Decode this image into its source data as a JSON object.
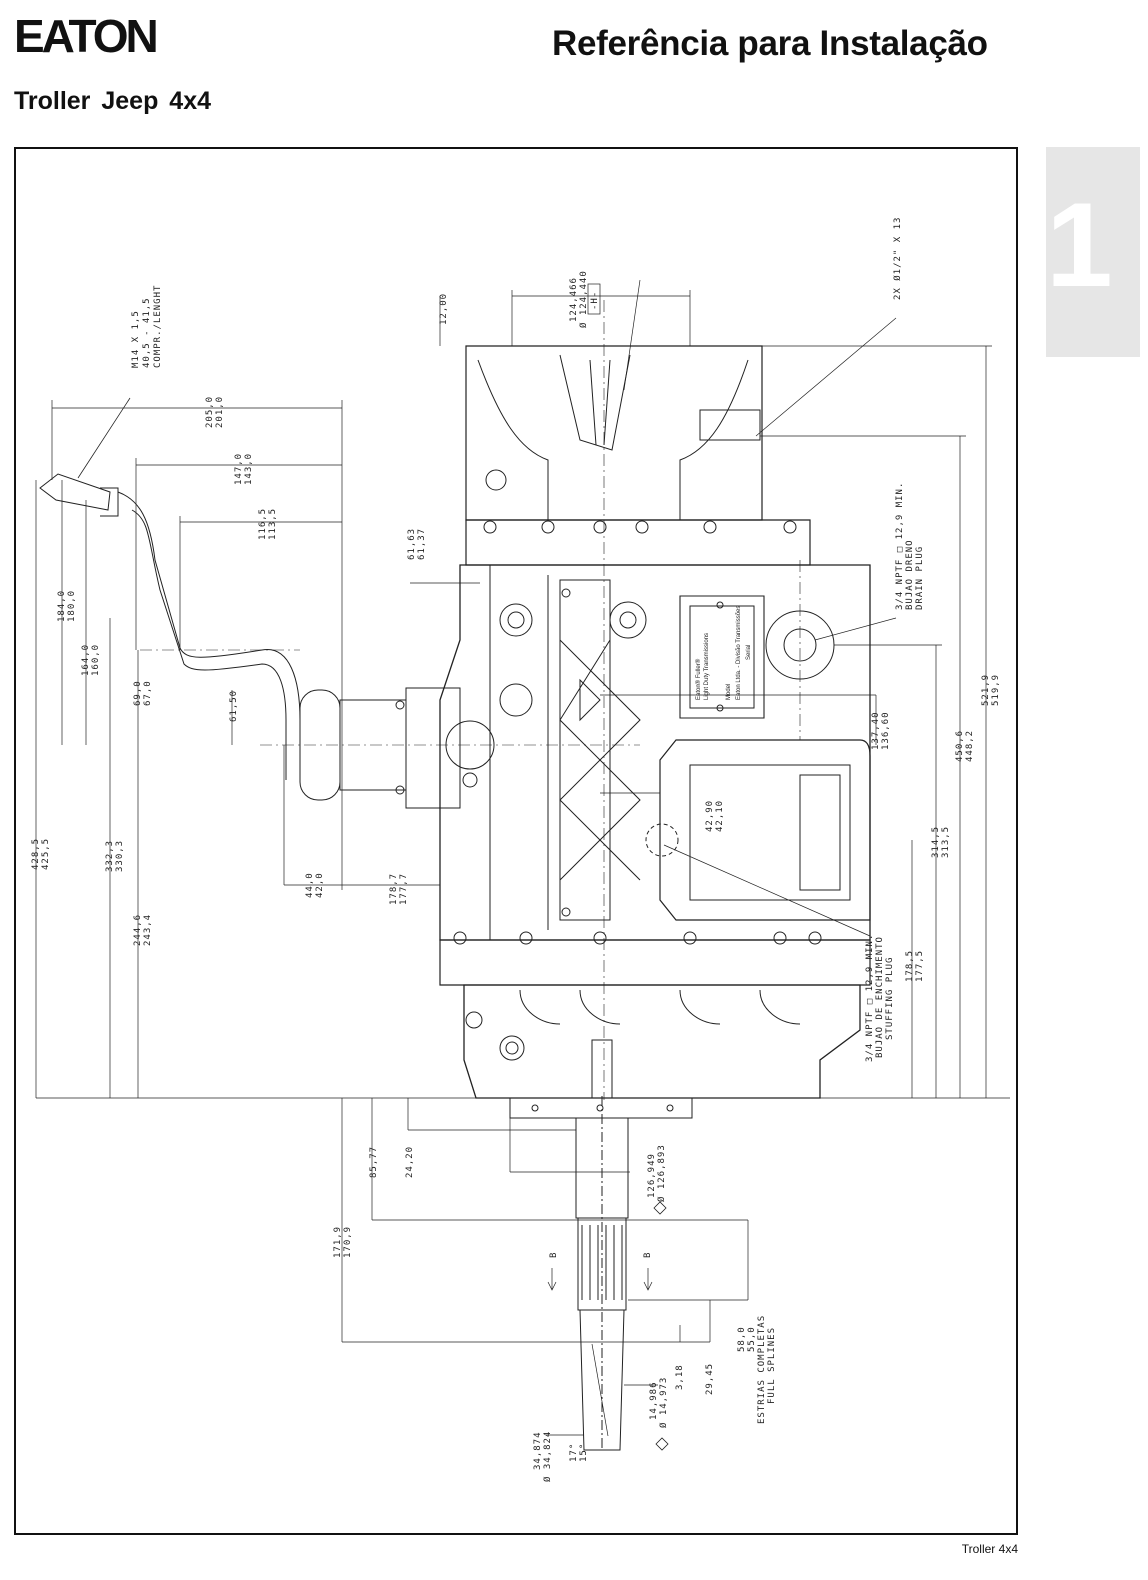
{
  "header": {
    "brand": "EATON",
    "title": "Referência para Instalação",
    "subtitle": "Troller  Jeep  4x4",
    "section_number": "1"
  },
  "footer": {
    "label": "Troller 4x4"
  },
  "drawing": {
    "labels": {
      "lever_thread": "M14 X 1,5",
      "lever_length": "40,5 - 41,5",
      "lever_length_label": "COMPR./LENGHT",
      "d205": "205,0",
      "d201": "201,0",
      "d147": "147,0",
      "d143": "143,0",
      "d116": "116,5",
      "d113": "113,5",
      "d12": "12,00",
      "d6163": "61,63",
      "d6137": "61,37",
      "d124466": "124,466",
      "d124440": "Ø 124,440",
      "datum_h": "-H-",
      "bolt_spec": "2X Ø1/2\" X 13",
      "drain_npt": "3/4 NPTF □ 12,9 MIN.",
      "drain_pt": "BUJAO DRENO",
      "drain_en": "DRAIN PLUG",
      "d184": "184,0",
      "d180": "180,0",
      "d164": "164,0",
      "d160": "160,0",
      "d69": "69,0",
      "d67": "67,0",
      "d6150": "61,50",
      "d13740": "137,40",
      "d13660": "136,60",
      "d5219": "521,9",
      "d5199": "519,9",
      "d4506": "450,6",
      "d4482": "448,2",
      "d4290": "42,90",
      "d4210": "42,10",
      "d3145": "314,5",
      "d3135": "313,5",
      "d4285": "428,5",
      "d4255": "425,5",
      "d3323": "332,3",
      "d3303": "330,3",
      "d2446": "244,6",
      "d2434": "243,4",
      "d44": "44,0",
      "d42": "42,0",
      "d1787": "178,7",
      "d1777": "177,7",
      "fill_npt": "3/4 NPTF □ 12,9 MIN.",
      "fill_pt": "BUJAO DE ENCHIMENTO",
      "fill_en": "STUFFING PLUG",
      "d1785": "178,5",
      "d1775": "177,5",
      "d8577": "85,77",
      "d2420": "24,20",
      "d126949": "126,949",
      "d126893": "Ø 126,893",
      "d1719": "171,9",
      "d1709": "170,9",
      "section_b": "B",
      "d58": "58,0",
      "d55": "55,0",
      "splines_pt": "ESTRIAS COMPLETAS",
      "splines_en": "FULL SPLINES",
      "d318": "3,18",
      "d2945": "29,45",
      "d14986": "14,986",
      "d14973": "Ø 14,973",
      "d34874": "34,874",
      "d34824": "Ø 34,824",
      "ang17": "17°",
      "ang15": "15°"
    },
    "nameplate": {
      "brand": "Eaton® Fuller®",
      "line1": "Light Duty Transmissions",
      "line2": "Eaton Ltda. - Divisão Transmissões",
      "line3": "Model",
      "line4": "Serial"
    }
  }
}
